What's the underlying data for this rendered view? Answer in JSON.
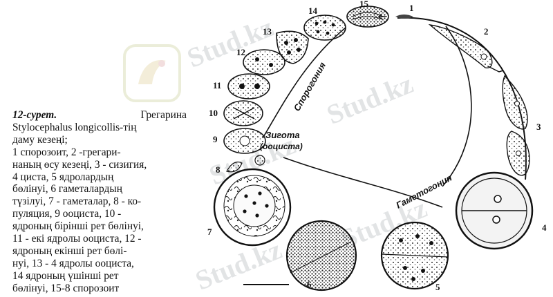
{
  "figure": {
    "caption_title_num": "12-сурет.",
    "caption_title_word": "Грегарина",
    "caption_species": "Stylocephalus longicollis-тің",
    "caption_lines": [
      "даму кезеңі;",
      "1 спорозоит, 2 -грегари-",
      "наның өсу кезеңі, 3 - сизигия,",
      "4 циста, 5 ядролардың",
      "бөлінуі, 6 гаметалардың",
      "түзілуі, 7 - гаметалар, 8 - ко-",
      "пуляция, 9 ооциста, 10 -",
      "ядроның бірінші рет бөлінуі,",
      "11 - екі ядролы ооциста, 12 -",
      "ядроның екінші рет бөлі-",
      "нуі, 13 - 4 ядролы ооциста,",
      "14 ядроның үшінші рет",
      "бөлінуі, 15-8 спорозоит"
    ],
    "stage_labels": {
      "sporogony": "Спорогония",
      "gametogony": "Гаметогония",
      "zygote_line1": "Зигота",
      "zygote_line2": "(ооциста)"
    },
    "numbers": [
      "1",
      "2",
      "3",
      "4",
      "5",
      "6",
      "7",
      "8",
      "9",
      "10",
      "11",
      "12",
      "13",
      "14",
      "15"
    ]
  },
  "watermark": "Stud.kz"
}
